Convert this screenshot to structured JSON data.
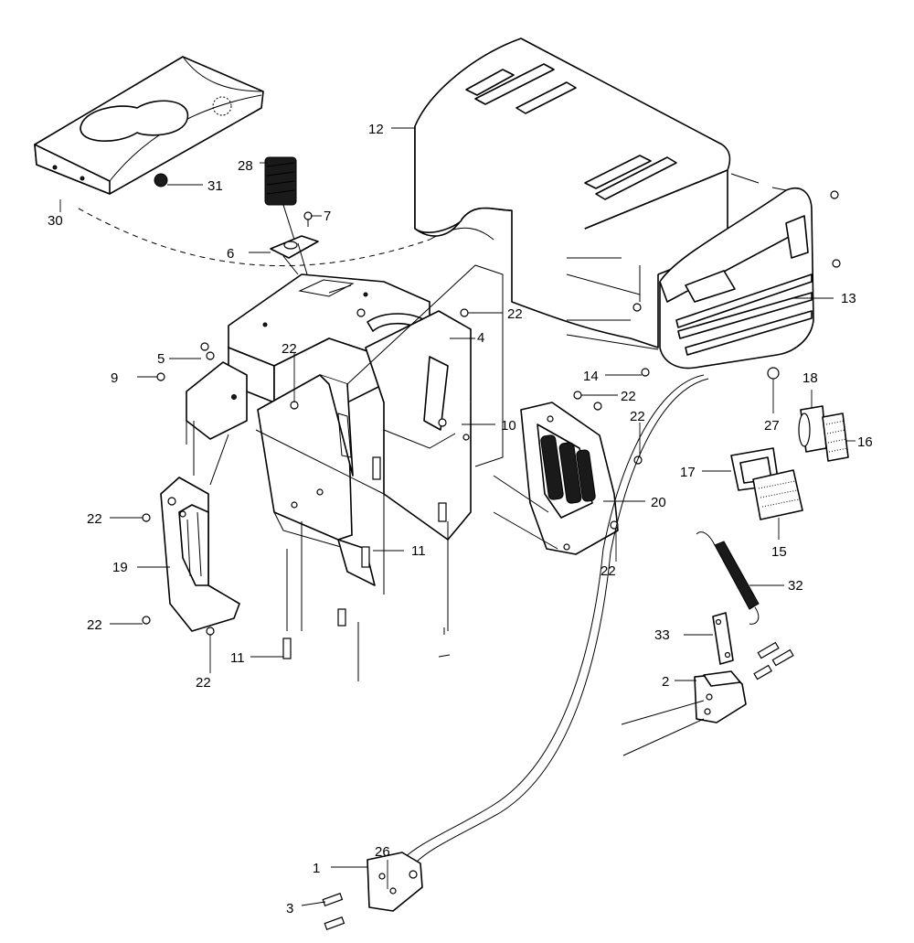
{
  "callouts": [
    {
      "id": "c1",
      "label": "1"
    },
    {
      "id": "c2",
      "label": "2"
    },
    {
      "id": "c3",
      "label": "3"
    },
    {
      "id": "c4",
      "label": "4"
    },
    {
      "id": "c5",
      "label": "5"
    },
    {
      "id": "c6",
      "label": "6"
    },
    {
      "id": "c7",
      "label": "7"
    },
    {
      "id": "c9",
      "label": "9"
    },
    {
      "id": "c10",
      "label": "10"
    },
    {
      "id": "c11a",
      "label": "11"
    },
    {
      "id": "c11b",
      "label": "11"
    },
    {
      "id": "c12",
      "label": "12"
    },
    {
      "id": "c13",
      "label": "13"
    },
    {
      "id": "c14",
      "label": "14"
    },
    {
      "id": "c15",
      "label": "15"
    },
    {
      "id": "c16",
      "label": "16"
    },
    {
      "id": "c17",
      "label": "17"
    },
    {
      "id": "c18",
      "label": "18"
    },
    {
      "id": "c19",
      "label": "19"
    },
    {
      "id": "c20",
      "label": "20"
    },
    {
      "id": "c22a",
      "label": "22"
    },
    {
      "id": "c22b",
      "label": "22"
    },
    {
      "id": "c22c",
      "label": "22"
    },
    {
      "id": "c22d",
      "label": "22"
    },
    {
      "id": "c22e",
      "label": "22"
    },
    {
      "id": "c22f",
      "label": "22"
    },
    {
      "id": "c22g",
      "label": "22"
    },
    {
      "id": "c22h",
      "label": "22"
    },
    {
      "id": "c26",
      "label": "26"
    },
    {
      "id": "c27",
      "label": "27"
    },
    {
      "id": "c28",
      "label": "28"
    },
    {
      "id": "c30",
      "label": "30"
    },
    {
      "id": "c31",
      "label": "31"
    },
    {
      "id": "c32",
      "label": "32"
    },
    {
      "id": "c33",
      "label": "33"
    }
  ]
}
